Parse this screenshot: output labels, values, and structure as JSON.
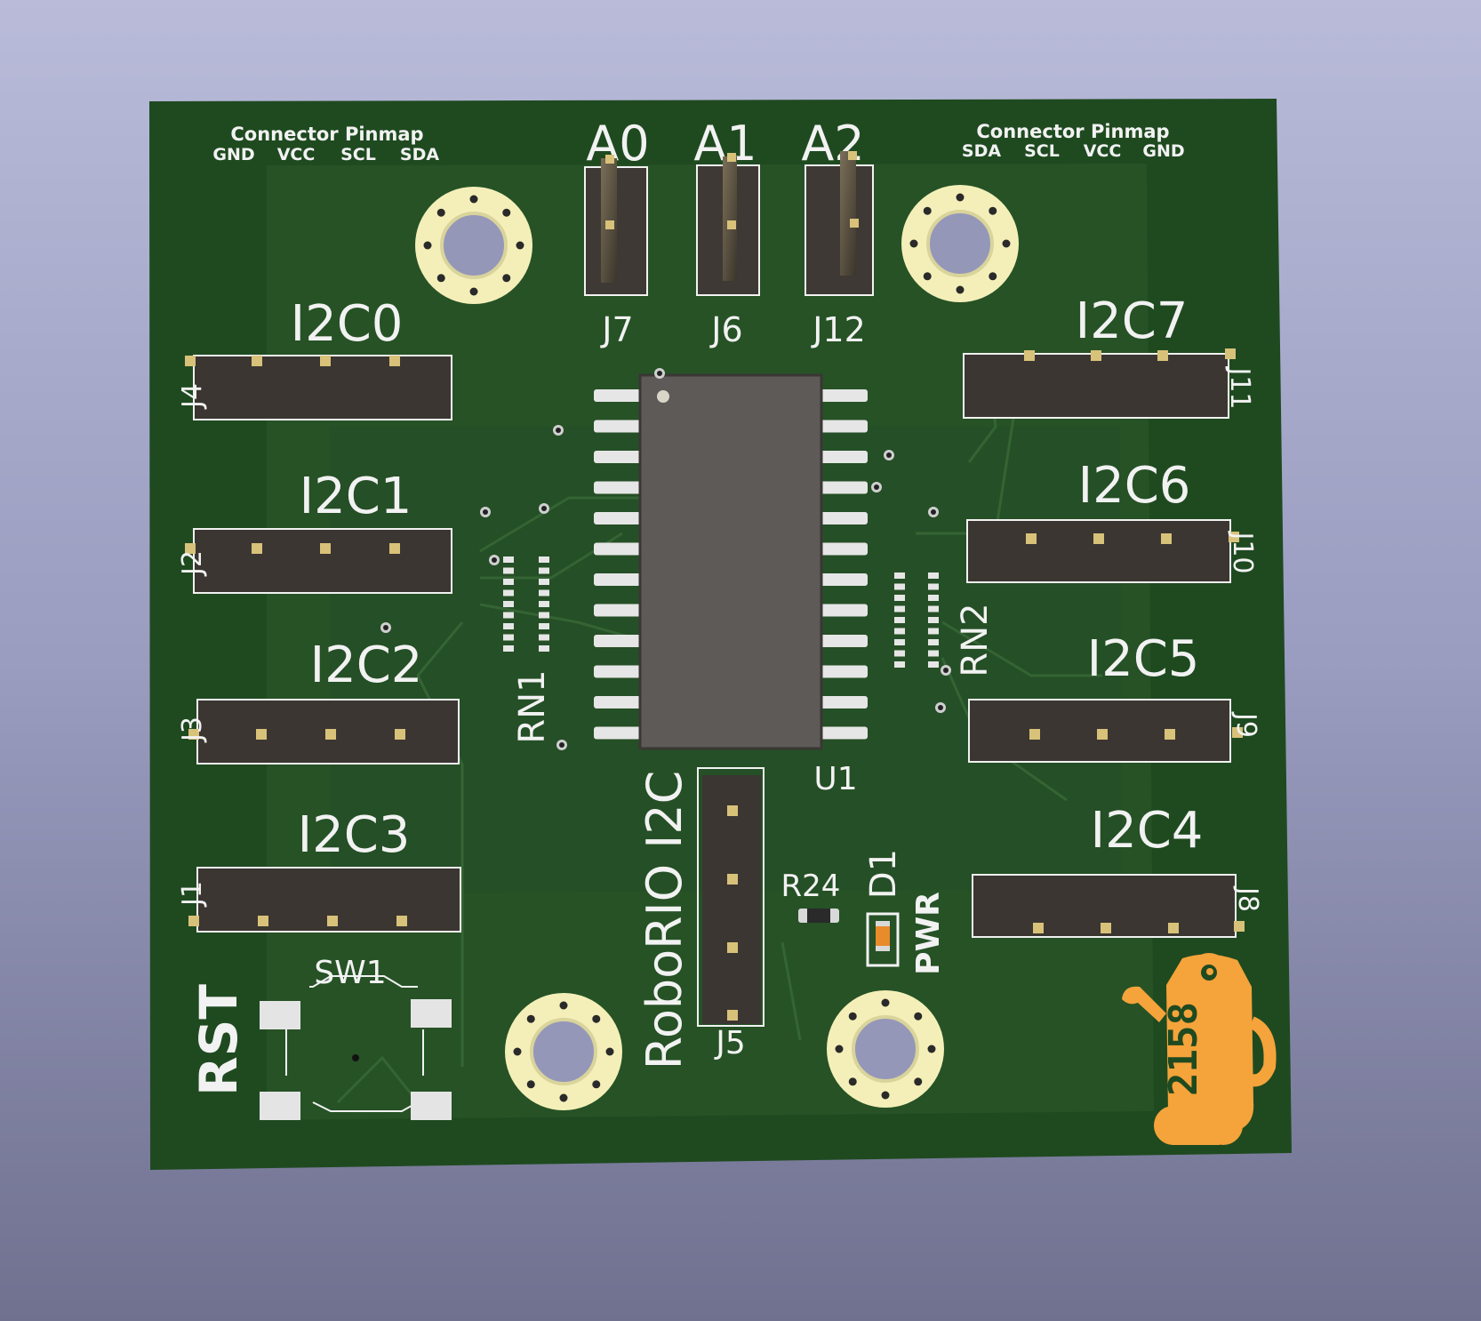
{
  "board": {
    "colors": {
      "background_top": "#b9bbd9",
      "background_bottom": "#70718f",
      "pcb": "#1e4a1f",
      "pcb_zone": "#2a5a2b",
      "silkscreen": "#f2f2f2",
      "pad_gold": "#d8c27a",
      "mount_ring": "#f4efb8",
      "mascot": "#f5a33b"
    }
  },
  "pinmap_left": {
    "title": "Connector Pinmap",
    "pins": [
      "GND",
      "VCC",
      "SCL",
      "SDA"
    ]
  },
  "pinmap_right": {
    "title": "Connector Pinmap",
    "pins": [
      "SDA",
      "SCL",
      "VCC",
      "GND"
    ]
  },
  "address_jumpers": [
    {
      "label": "A0",
      "ref": "J7"
    },
    {
      "label": "A1",
      "ref": "J6"
    },
    {
      "label": "A2",
      "ref": "J12"
    }
  ],
  "left_headers": [
    {
      "label": "I2C0",
      "ref": "J4"
    },
    {
      "label": "I2C1",
      "ref": "J2"
    },
    {
      "label": "I2C2",
      "ref": "J3"
    },
    {
      "label": "I2C3",
      "ref": "J1"
    }
  ],
  "right_headers": [
    {
      "label": "I2C7",
      "ref": "J11"
    },
    {
      "label": "I2C6",
      "ref": "J10"
    },
    {
      "label": "I2C5",
      "ref": "J9"
    },
    {
      "label": "I2C4",
      "ref": "J8"
    }
  ],
  "ic": {
    "ref": "U1"
  },
  "resistor_networks": {
    "left": "RN1",
    "right": "RN2"
  },
  "roborio": {
    "label": "RoboRIO I2C",
    "ref": "J5"
  },
  "resistor": {
    "ref": "R24"
  },
  "led": {
    "ref": "D1",
    "label": "PWR"
  },
  "switch": {
    "ref": "SW1",
    "label": "RST"
  },
  "mascot": {
    "number": "2158"
  }
}
